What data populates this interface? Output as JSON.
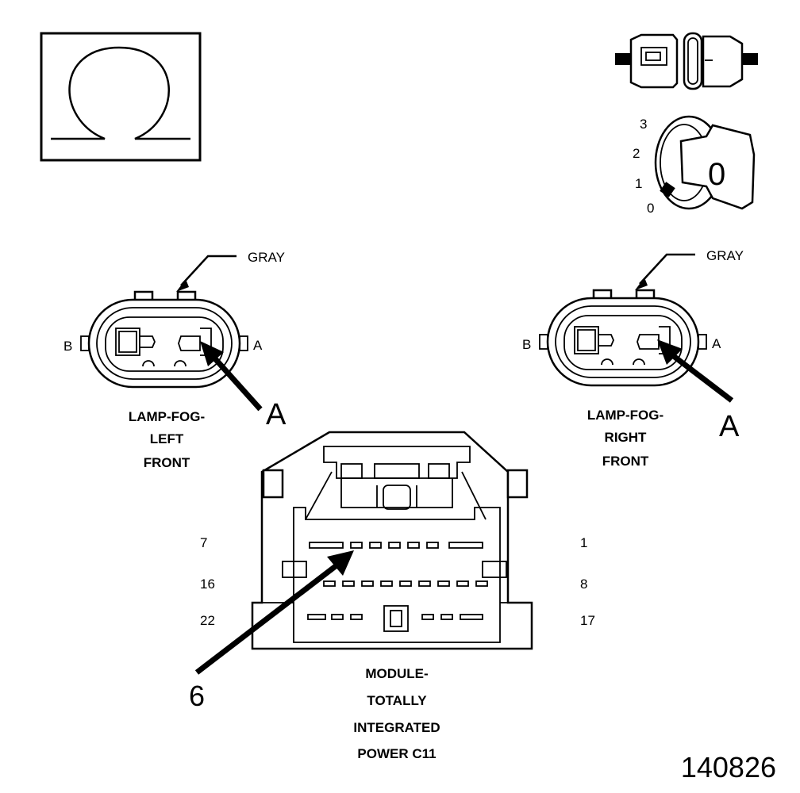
{
  "ohm_symbol": {
    "icon": "ohm-meter-icon"
  },
  "ignition": {
    "positions": [
      "3",
      "2",
      "1",
      "0"
    ],
    "key_label": "0"
  },
  "left_connector": {
    "wire_color": "GRAY",
    "pin_b": "B",
    "pin_a": "A",
    "callout": "A",
    "title": [
      "LAMP-FOG-",
      "LEFT",
      "FRONT"
    ]
  },
  "right_connector": {
    "wire_color": "GRAY",
    "pin_b": "B",
    "pin_a": "A",
    "callout": "A",
    "title": [
      "LAMP-FOG-",
      "RIGHT",
      "FRONT"
    ]
  },
  "module_connector": {
    "row_labels_left": [
      "7",
      "16",
      "22"
    ],
    "row_labels_right": [
      "1",
      "8",
      "17"
    ],
    "callout": "6",
    "title": [
      "MODULE-",
      "TOTALLY",
      "INTEGRATED",
      "POWER C11"
    ]
  },
  "figure_number": "140826"
}
